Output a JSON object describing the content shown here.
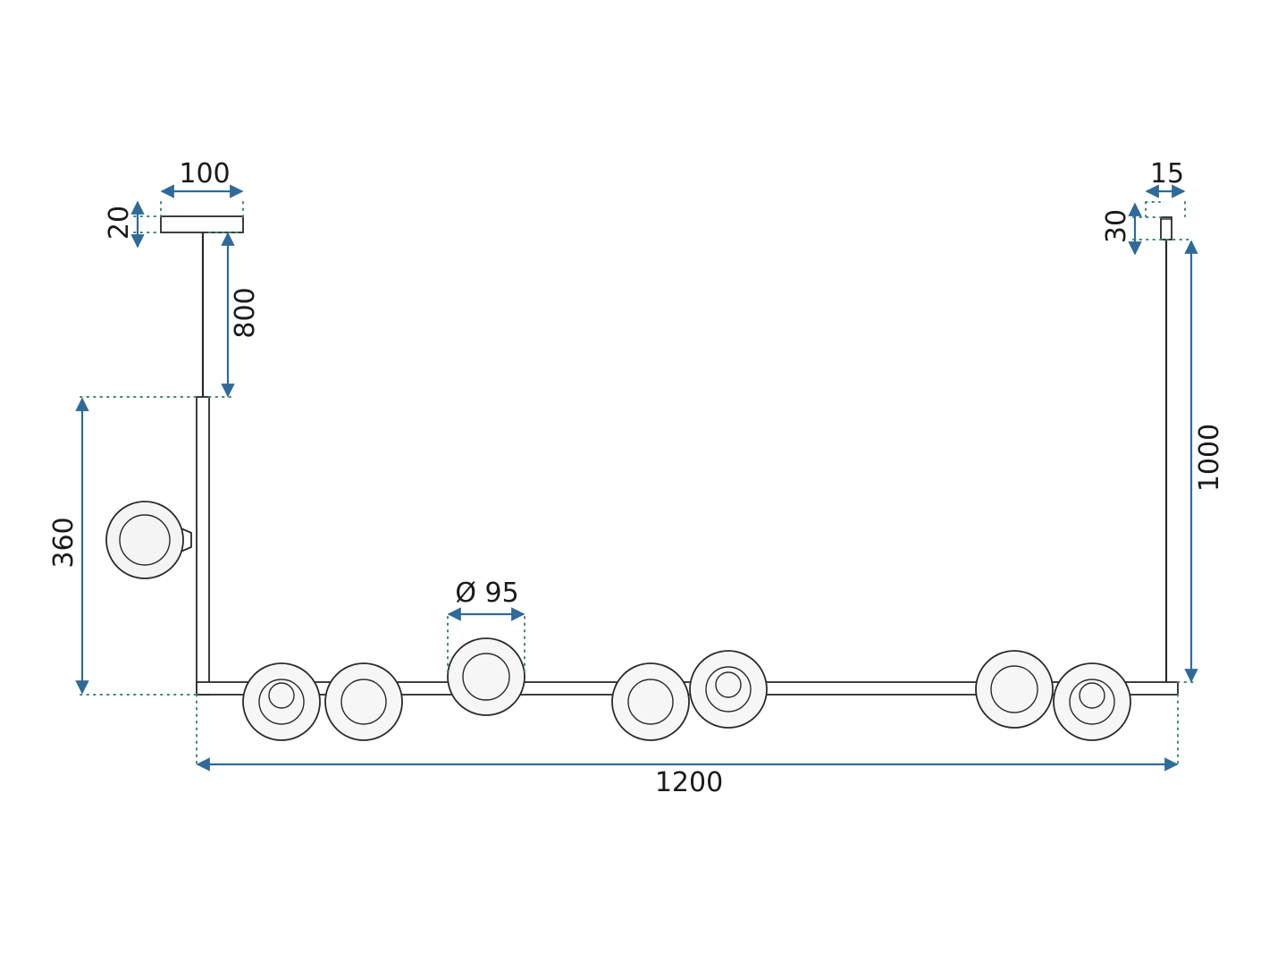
{
  "colors": {
    "dimension": "#2e6a9a",
    "outline": "#2a2a2a",
    "guide": "#3a8a6a"
  },
  "dimensions": {
    "canopy_width": "100",
    "canopy_height": "20",
    "rod_left": "800",
    "vertical_arm": "360",
    "globe_diameter": "Ø 95",
    "total_width": "1200",
    "rod_right_width": "15",
    "rod_right_cap": "30",
    "rod_right_length": "1000"
  }
}
